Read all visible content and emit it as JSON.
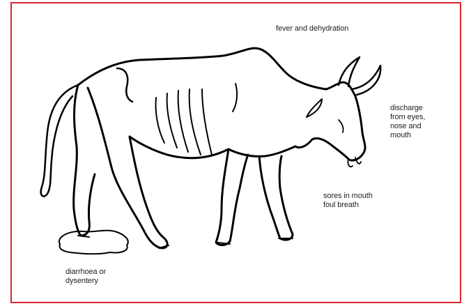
{
  "labels": {
    "fever": "fever and dehydration",
    "discharge": "discharge\nfrom eyes,\nnose and\nmouth",
    "sores": "sores in mouth\nfoul breath",
    "diarrhoea": "diarrhoea or\ndysentery"
  },
  "illustration": {
    "subject": "sick-cow-drawing",
    "stroke_color": "#000000"
  },
  "colors": {
    "frame_border": "#d9262b",
    "background": "#ffffff",
    "label_text": "#222222"
  }
}
